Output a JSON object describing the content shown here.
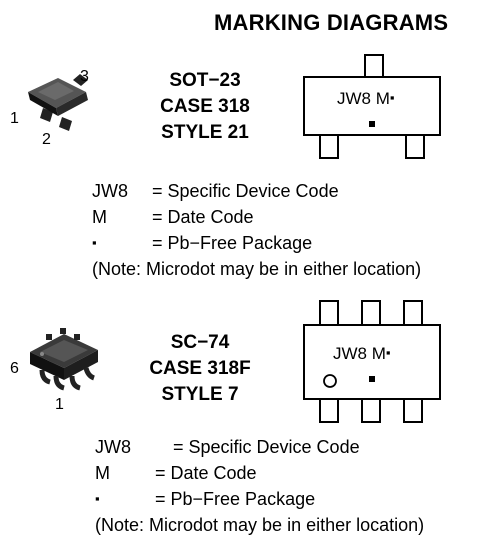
{
  "title": "MARKING DIAGRAMS",
  "sections": [
    {
      "package": {
        "line1": "SOT−23",
        "line2": "CASE 318",
        "line3": "STYLE 21"
      },
      "pins": {
        "a": "1",
        "b": "2",
        "c": "3"
      },
      "marking": {
        "code": "JW8 M",
        "dot": "▪"
      },
      "legend": [
        {
          "key": "JW8",
          "value": "= Specific Device Code"
        },
        {
          "key": "M",
          "value": "= Date Code"
        },
        {
          "key": "▪",
          "value": "= Pb−Free Package"
        }
      ],
      "note": "(Note: Microdot may be in either location)"
    },
    {
      "package": {
        "line1": "SC−74",
        "line2": "CASE 318F",
        "line3": "STYLE 7"
      },
      "pins": {
        "a": "6",
        "b": "1"
      },
      "marking": {
        "code": "JW8 M",
        "dot": "▪"
      },
      "legend": [
        {
          "key": "JW8",
          "value": "= Specific Device Code"
        },
        {
          "key": "M",
          "value": "= Date Code"
        },
        {
          "key": "▪",
          "value": "= Pb−Free Package"
        }
      ],
      "note": "(Note: Microdot may be in either location)"
    }
  ]
}
